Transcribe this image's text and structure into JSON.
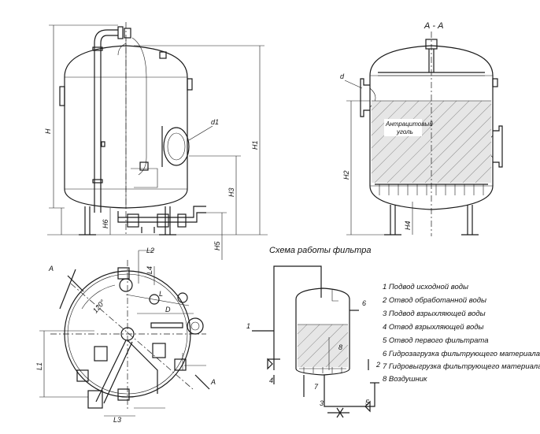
{
  "views": {
    "section_label": "А - А",
    "scheme_title": "Схема работы фильтра",
    "fill_label": [
      "Антрацитовый",
      "уголь"
    ]
  },
  "dimensions": {
    "H": "H",
    "H1": "H1",
    "H2": "H2",
    "H3": "H3",
    "H4": "H4",
    "H5": "H5",
    "H6": "H6",
    "d": "d",
    "d1": "d1",
    "D": "D",
    "L": "L",
    "L1": "L1",
    "L2": "L2",
    "L3": "L3",
    "L4": "L4",
    "angle": "120°",
    "section_mark": "A"
  },
  "scheme_numbers": [
    "1",
    "2",
    "3",
    "4",
    "5",
    "6",
    "7",
    "8"
  ],
  "legend": [
    "1 Подвод исходной воды",
    "2 Отвод обработанной воды",
    "3 Подвод взрыхляющей воды",
    "4 Отвод взрыхляющей воды",
    "5 Отвод первого фильтрата",
    "6 Гидрозагрузка фильтрующего материала",
    "7 Гидровыгрузка фильтрующего материала",
    "8 Воздушник"
  ]
}
